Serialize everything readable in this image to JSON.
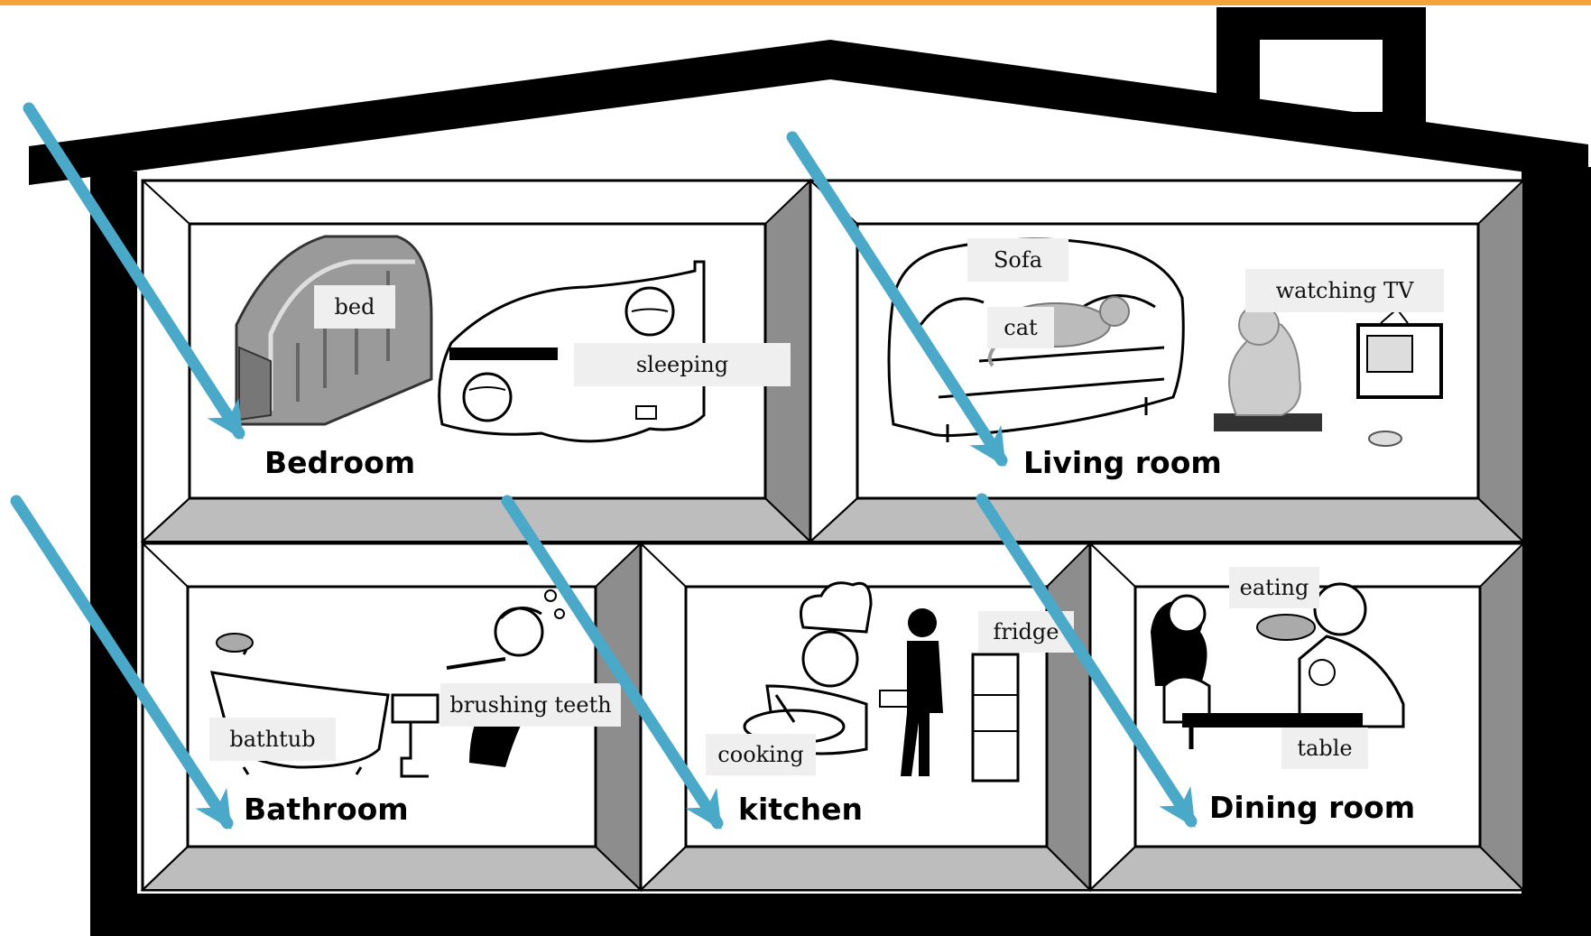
{
  "colors": {
    "top_bar": "#f5a33a",
    "arrow": "#4aa8c8",
    "wall": "#000000",
    "bevel_light": "#ffffff",
    "bevel_dark": "#8d8d8d",
    "floor": "#bdbdbd",
    "label_bg": "#efefef"
  },
  "rooms": {
    "bedroom": {
      "title": "Bedroom",
      "tags": [
        "bed",
        "sleeping"
      ],
      "pictures": [
        "bed-picture",
        "sleeping-person-picture"
      ]
    },
    "living_room": {
      "title": "Living room",
      "tags": [
        "Sofa",
        "cat",
        "watching TV"
      ],
      "pictures": [
        "sofa-picture",
        "cat-picture",
        "child-watching-tv-picture"
      ]
    },
    "bathroom": {
      "title": "Bathroom",
      "tags": [
        "bathtub",
        "brushing teeth"
      ],
      "pictures": [
        "bathtub-picture",
        "man-brushing-teeth-picture"
      ]
    },
    "kitchen": {
      "title": "kitchen",
      "tags": [
        "cooking",
        "fridge"
      ],
      "pictures": [
        "chef-cooking-picture",
        "man-at-fridge-picture"
      ]
    },
    "dining_room": {
      "title": "Dining room",
      "tags": [
        "eating",
        "table"
      ],
      "pictures": [
        "family-eating-picture"
      ]
    }
  }
}
